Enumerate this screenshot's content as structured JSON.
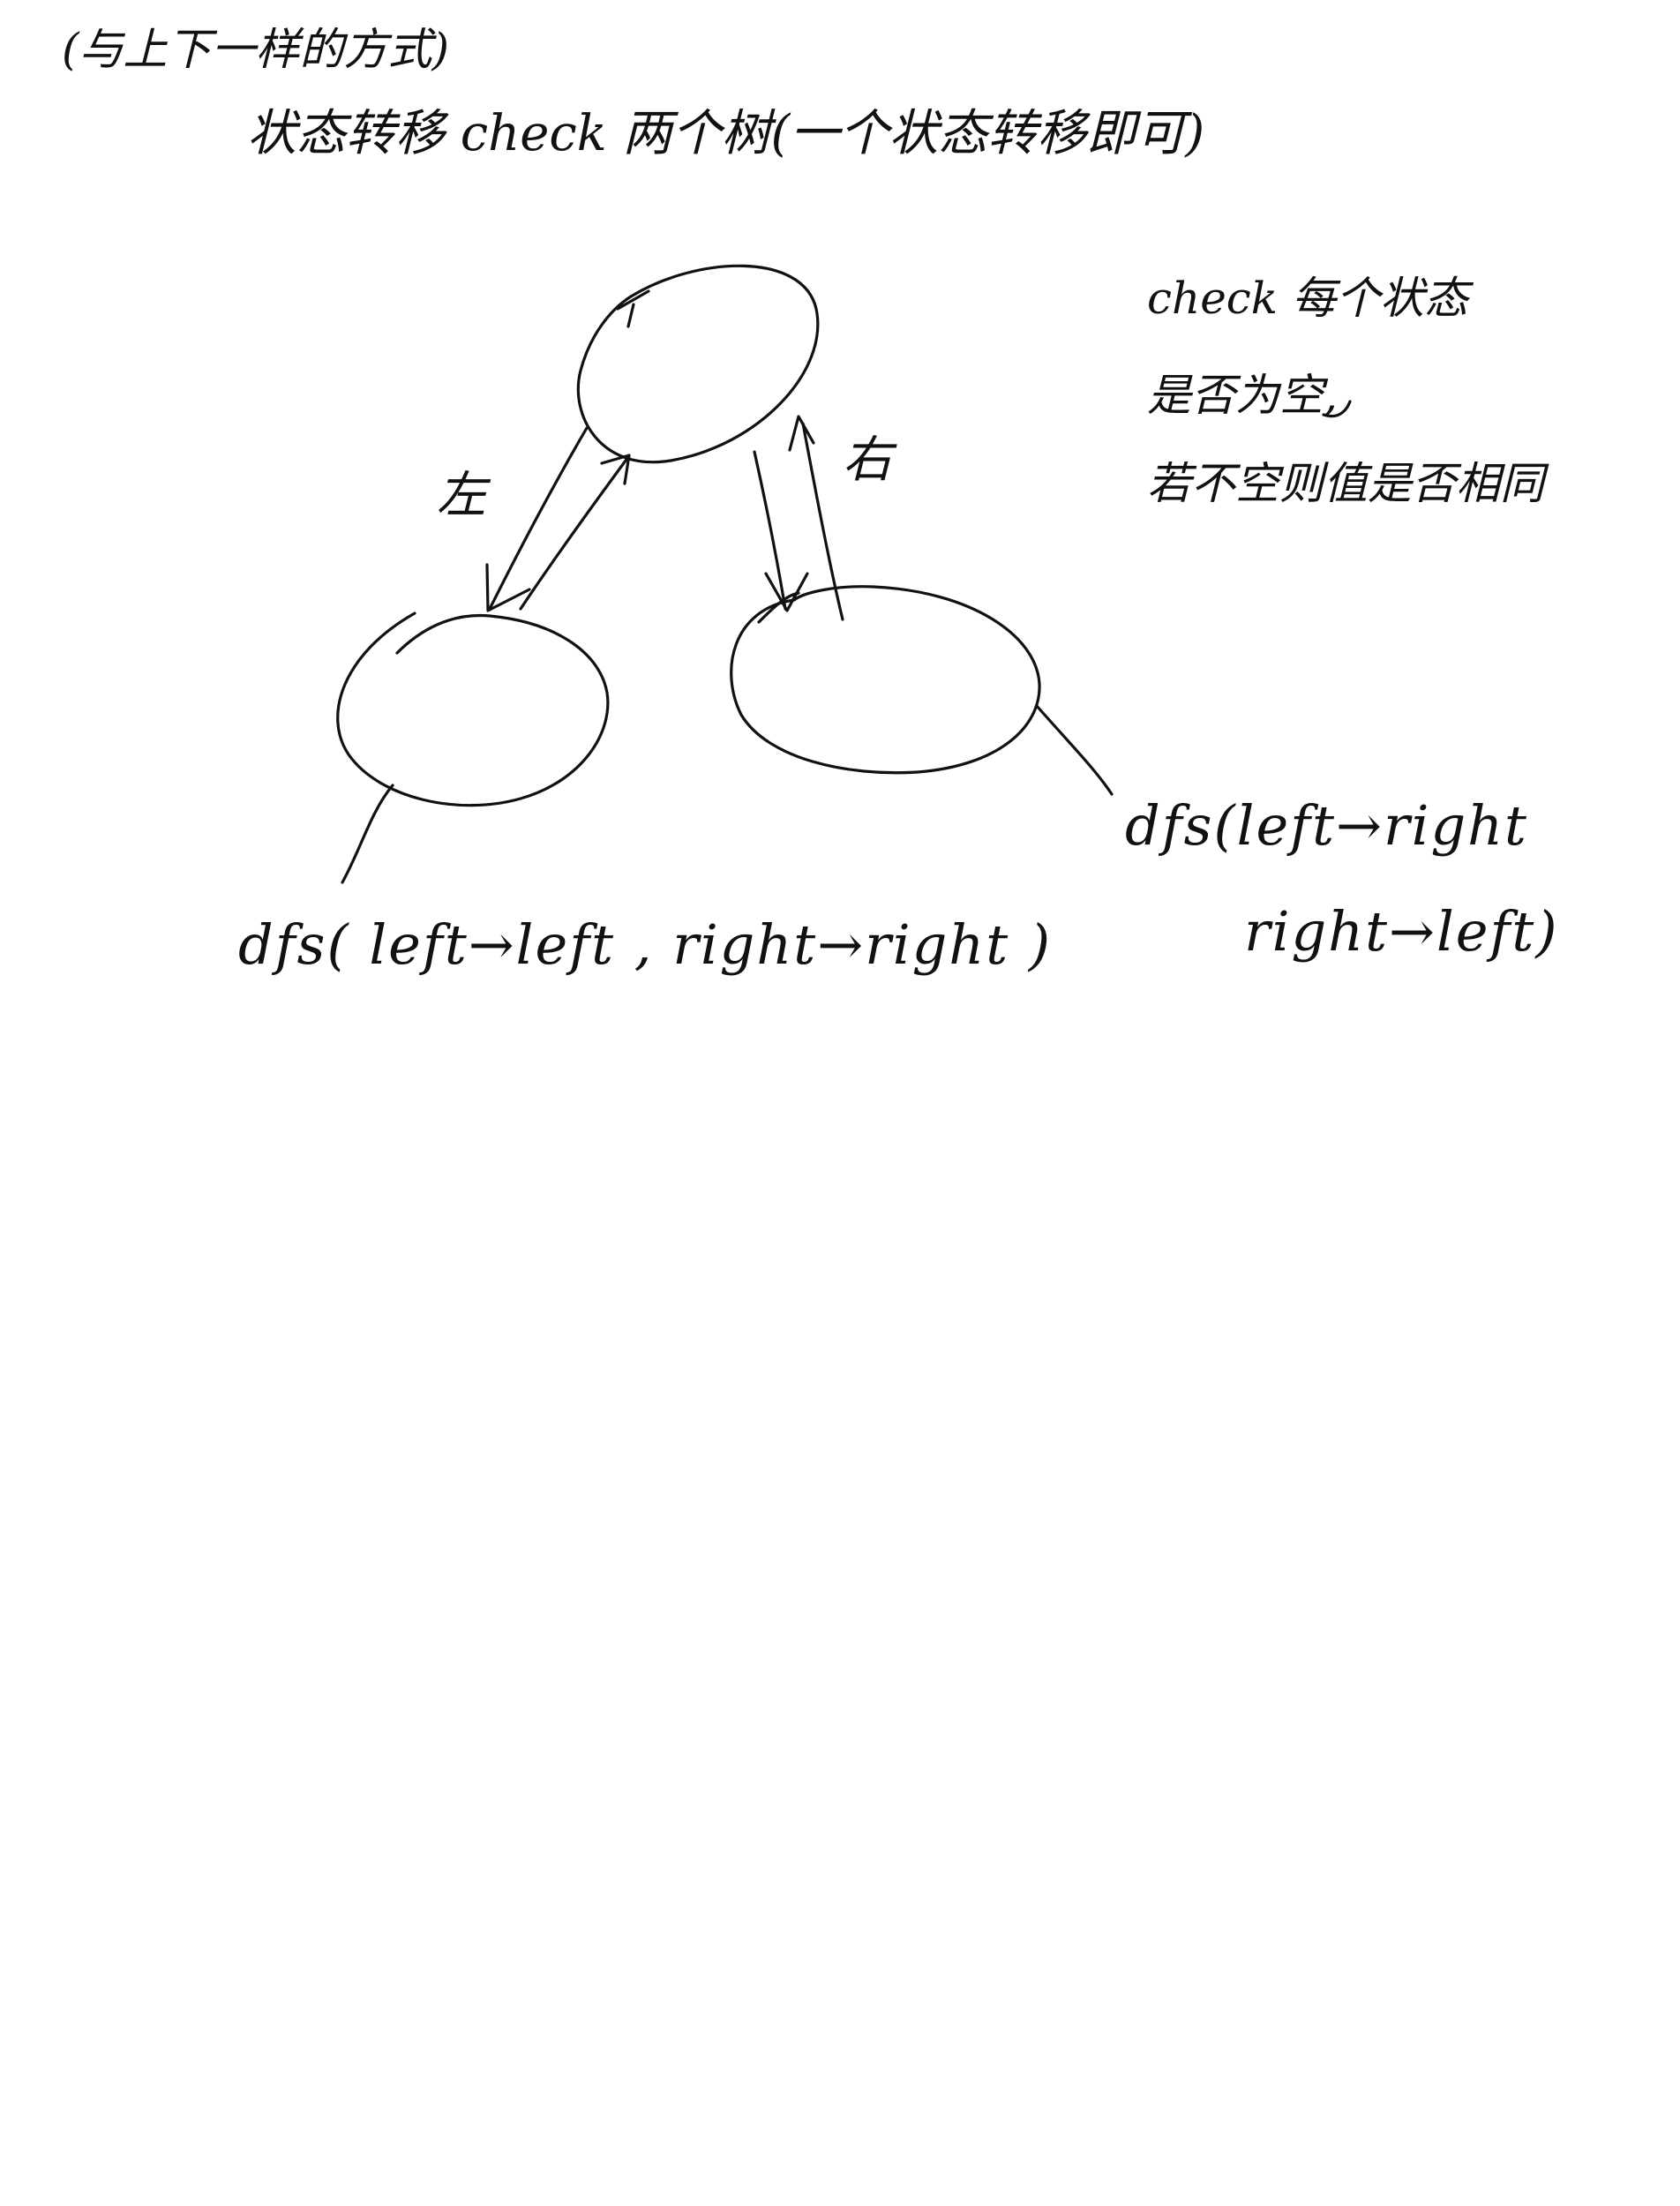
{
  "header_notes": {
    "line1": "(与上下一样的方式)",
    "line2": "状态转移 check 两个树(一个状态转移即可)"
  },
  "side_notes": {
    "line1": "check 每个状态",
    "line2": "是否为空,",
    "line3": "若不空则值是否相同"
  },
  "tree": {
    "left_edge_label": "左",
    "right_edge_label": "右"
  },
  "dfs_calls": {
    "left": "dfs( left→left , right→right )",
    "right_line1": "dfs(left→right",
    "right_line2": "right→left)"
  }
}
